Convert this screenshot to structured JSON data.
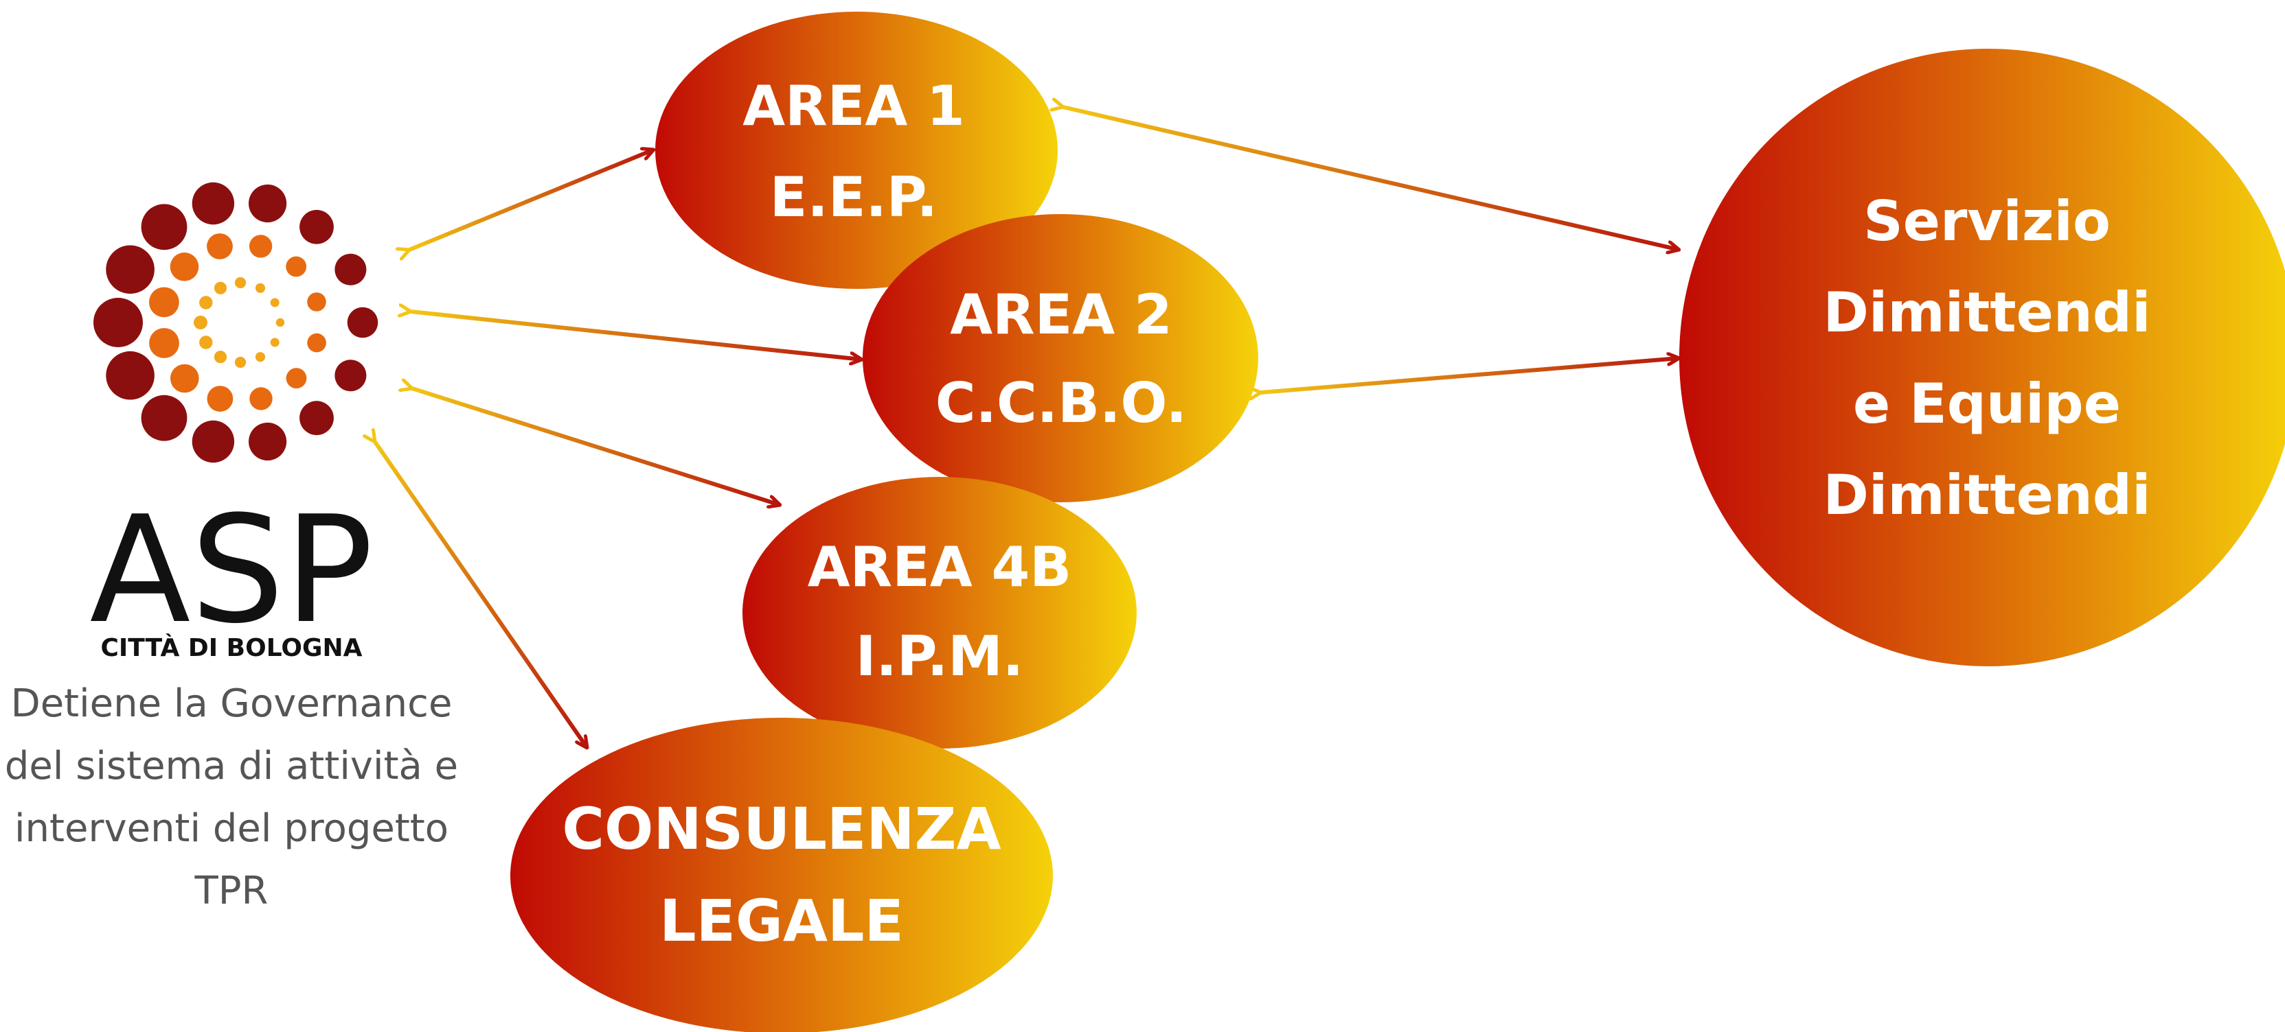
{
  "brand": {
    "name": "ASP",
    "subtitle": "CITTÀ DI BOLOGNA",
    "description_lines": [
      "Detiene la Governance",
      "del sistema di attività e",
      "interventi del progetto",
      "TPR"
    ],
    "logo_colors": [
      "#8b0f0f",
      "#e86a10",
      "#f2a81a"
    ]
  },
  "nodes": [
    {
      "id": "area1",
      "lines": [
        "AREA 1",
        "E.E.P."
      ]
    },
    {
      "id": "area2",
      "lines": [
        "AREA 2",
        "C.C.B.O."
      ]
    },
    {
      "id": "area4b",
      "lines": [
        "AREA 4B",
        "I.P.M."
      ]
    },
    {
      "id": "consulenza",
      "lines": [
        "CONSULENZA",
        "LEGALE"
      ]
    },
    {
      "id": "servizio",
      "lines": [
        "Servizio",
        "Dimittendi",
        "e Equipe",
        "Dimittendi"
      ]
    }
  ],
  "edges": [
    {
      "from": "asp",
      "to": "area1",
      "bidirectional": true
    },
    {
      "from": "asp",
      "to": "area2",
      "bidirectional": true
    },
    {
      "from": "asp",
      "to": "area4b",
      "bidirectional": true
    },
    {
      "from": "asp",
      "to": "consulenza",
      "bidirectional": true
    },
    {
      "from": "area1",
      "to": "servizio",
      "bidirectional": true
    },
    {
      "from": "area2",
      "to": "servizio",
      "bidirectional": true
    }
  ],
  "colors": {
    "gradient_start": "#c00a05",
    "gradient_mid": "#dc6a08",
    "gradient_end": "#f5d20a",
    "arrow_dark": "#b7140c",
    "arrow_light": "#f3c616",
    "text_on_node": "#ffffff",
    "caption": "#555555"
  }
}
